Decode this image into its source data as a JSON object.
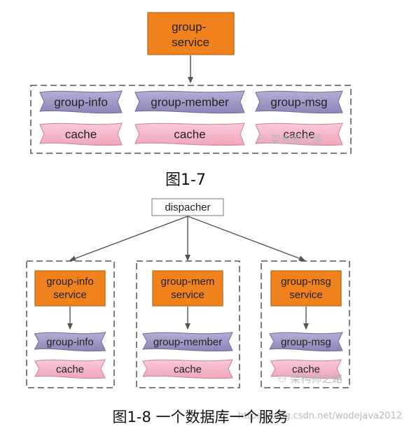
{
  "figure_1_7": {
    "service_label": "group-\nservice",
    "rows": [
      [
        "group-info",
        "group-member",
        "group-msg"
      ],
      [
        "cache",
        "cache",
        "cache"
      ]
    ],
    "caption": "图1-7",
    "watermark": "架构师之路"
  },
  "figure_1_8": {
    "dispatcher_label": "dispacher",
    "columns": [
      {
        "service": "group-info\nservice",
        "table": "group-info",
        "cache": "cache"
      },
      {
        "service": "group-mem\nservice",
        "table": "group-member",
        "cache": "cache"
      },
      {
        "service": "group-msg\nservice",
        "table": "group-msg",
        "cache": "cache"
      }
    ],
    "caption": "图1-8 一个数据库一个服务",
    "watermark": "架构师之路",
    "url_watermark": "https://blog.csdn.net/wodejava2012"
  },
  "colors": {
    "service_fill": "#f0821e",
    "service_stroke": "#c0600a",
    "table_fill": "#9d97c4",
    "table_stroke": "#6f6a9a",
    "cache_fill": "#f5b6c8",
    "cache_stroke": "#c98298",
    "dashed": "#555555",
    "arrow": "#555555"
  }
}
